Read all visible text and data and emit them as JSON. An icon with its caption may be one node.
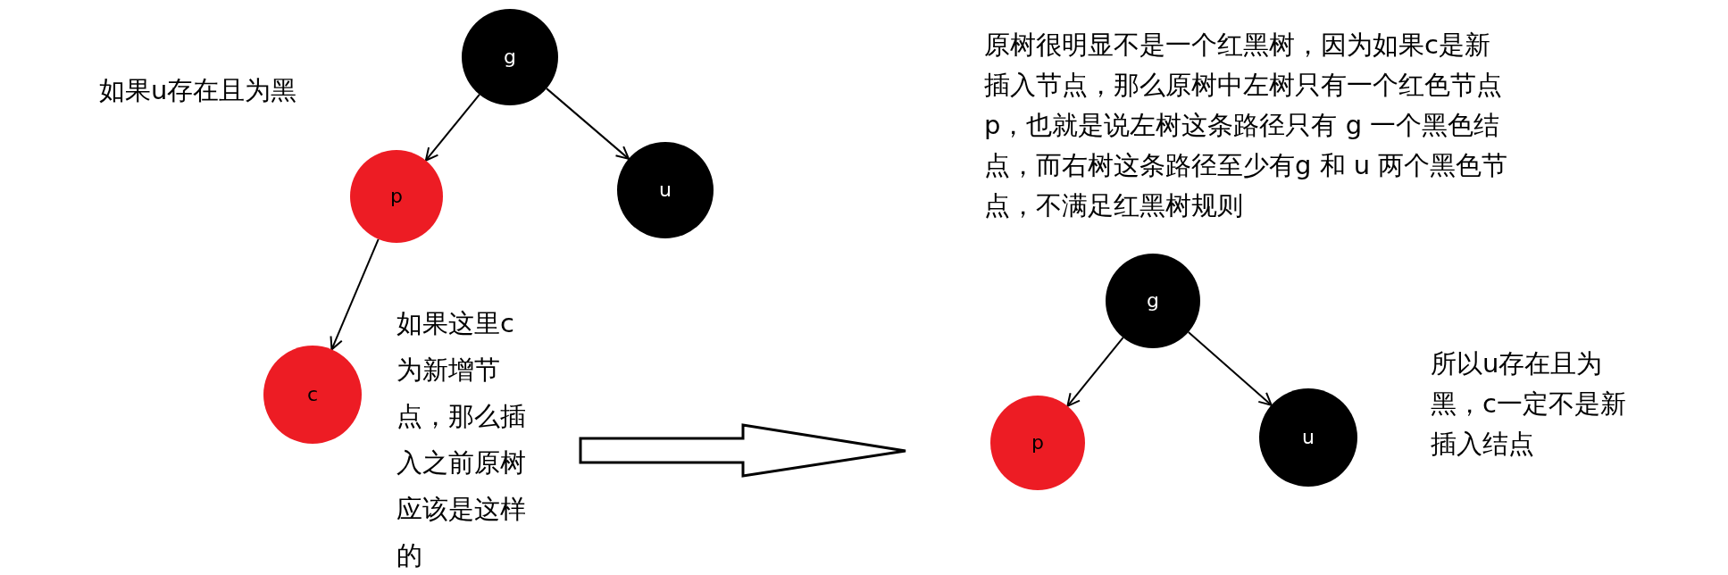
{
  "diagram": {
    "nodes": [
      {
        "text": [
          "g"
        ]
      },
      {
        "text": [
          "p"
        ]
      },
      {
        "text": [
          "u"
        ]
      },
      {
        "text": [
          "c"
        ]
      },
      {
        "text": [
          "g"
        ]
      },
      {
        "text": [
          "p"
        ]
      },
      {
        "text": [
          "u"
        ]
      }
    ],
    "edges": [
      {
        "from": 0,
        "to": 1,
        "arrow": "to"
      },
      {
        "from": 0,
        "to": 2,
        "arrow": "to"
      },
      {
        "from": 1,
        "to": 3,
        "arrow": "to"
      },
      {
        "from": 4,
        "to": 5,
        "arrow": "to"
      },
      {
        "from": 4,
        "to": 6,
        "arrow": "to"
      }
    ],
    "labels": [
      "如果u存在且为黑",
      "如果这里c为新增节点，那么插入之前原树应该是这样的",
      "原树很明显不是一个红黑树，因为如果c是新插入节点，那么原树中左树只有一个红色节点p，也就是说左树这条路径只有 g 一个黑色结点，而右树这条路径至少有g 和 u 两个黑色节点，不满足红黑树规则",
      "所以u存在且为黑，c一定不是新插入结点"
    ]
  }
}
